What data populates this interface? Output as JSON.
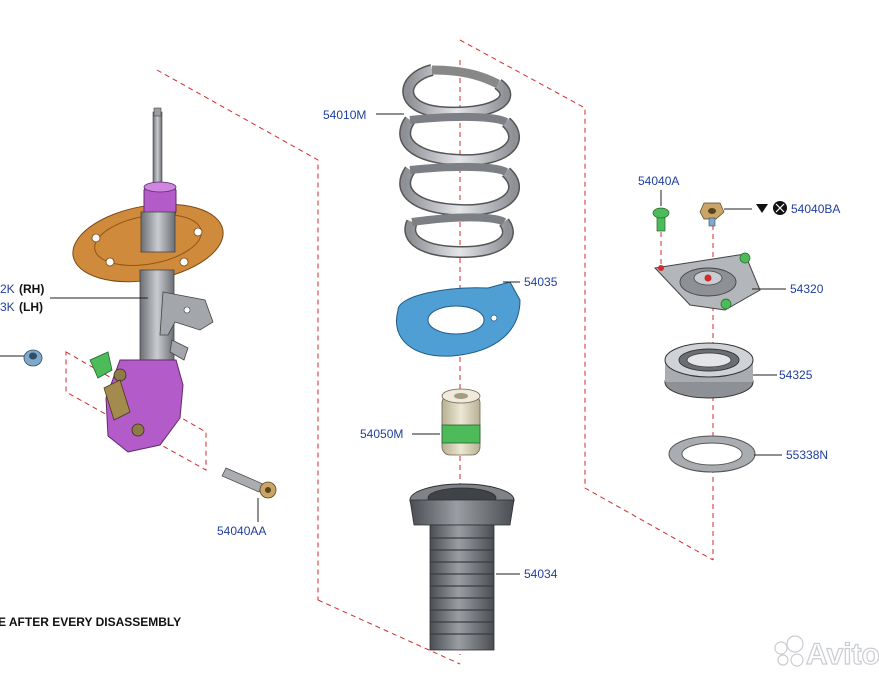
{
  "diagram": {
    "colors": {
      "callout_text": "#1f3f9c",
      "dashed_guide": "#d22b2b",
      "spring": "#b9bcc1",
      "insulator": "#4f9fd4",
      "strut_top_plate": "#d08a3b",
      "knuckle_bracket": "#b35bc9",
      "bump_stop_band": "#4dbb5a",
      "boot": "#6f7378",
      "mount": "#a6a9ad"
    },
    "labels": {
      "spring": "54010M",
      "insulator": "54035",
      "bump_stop": "54050M",
      "dust_boot": "54034",
      "strut_bolt": "54040AA",
      "mount_bolt": "54040A",
      "mount_nut": "54040BA",
      "strut_mount": "54320",
      "bearing": "54325",
      "washer": "55338N",
      "strut_rh_code": "2K",
      "strut_rh_side": "(RH)",
      "strut_lh_code": "3K",
      "strut_lh_side": "(LH)"
    },
    "note": "E AFTER EVERY DISASSEMBLY",
    "watermark": "Avito"
  }
}
